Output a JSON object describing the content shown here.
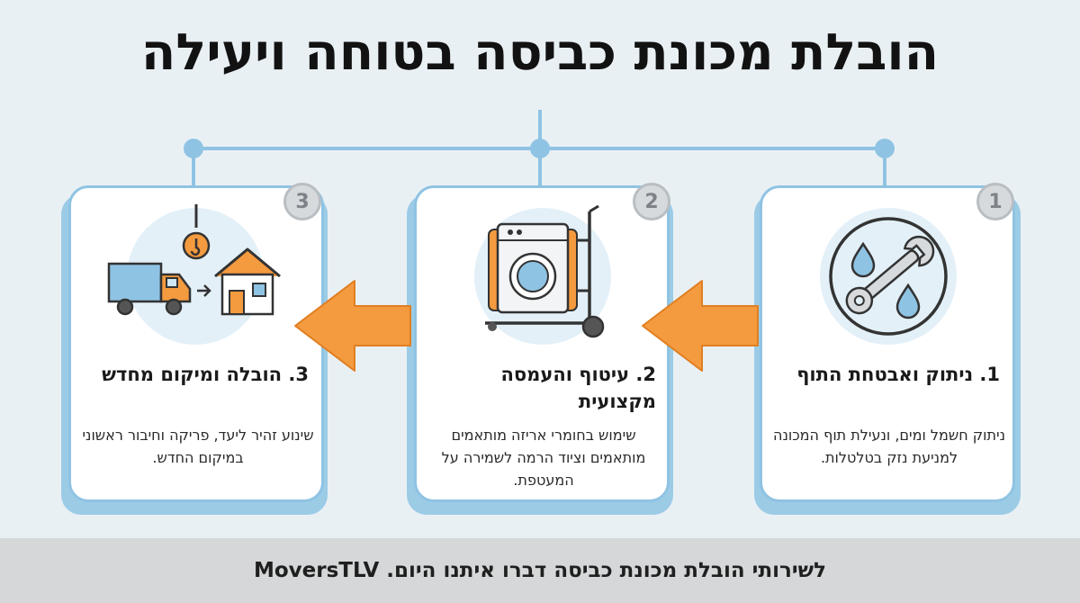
{
  "title": "הובלת מכונת כביסה בטוחה ויעילה",
  "steps": [
    {
      "number": "1",
      "title": "1. ניתוק ואבטחת התוף",
      "description": "ניתוק חשמל ומים, ונעילת תוף המכונה למניעת נזק בטלטלות.",
      "icon": "wrench-water-drops-icon"
    },
    {
      "number": "2",
      "title": "2. עיטוף והעמסה מקצועית",
      "description": "שימוש בחומרי אריזה מותאמים מותאמים וציוד הרמה לשמירה על המעטפת.",
      "icon": "washing-machine-hand-truck-icon"
    },
    {
      "number": "3",
      "title": "3. הובלה ומיקום מחדש",
      "description": "שינוע זהיר ליעד, פריקה וחיבור ראשוני במיקום החדש.",
      "icon": "truck-to-house-icon"
    }
  ],
  "footer": "לשירותי הובלת מכונת כביסה דברו איתנו היום. MoversTLV",
  "colors": {
    "accent_blue": "#8fc3e3",
    "arrow_orange": "#f49a3f",
    "icon_bg": "#e3f0f8",
    "badge_gray": "#d7dadd"
  }
}
